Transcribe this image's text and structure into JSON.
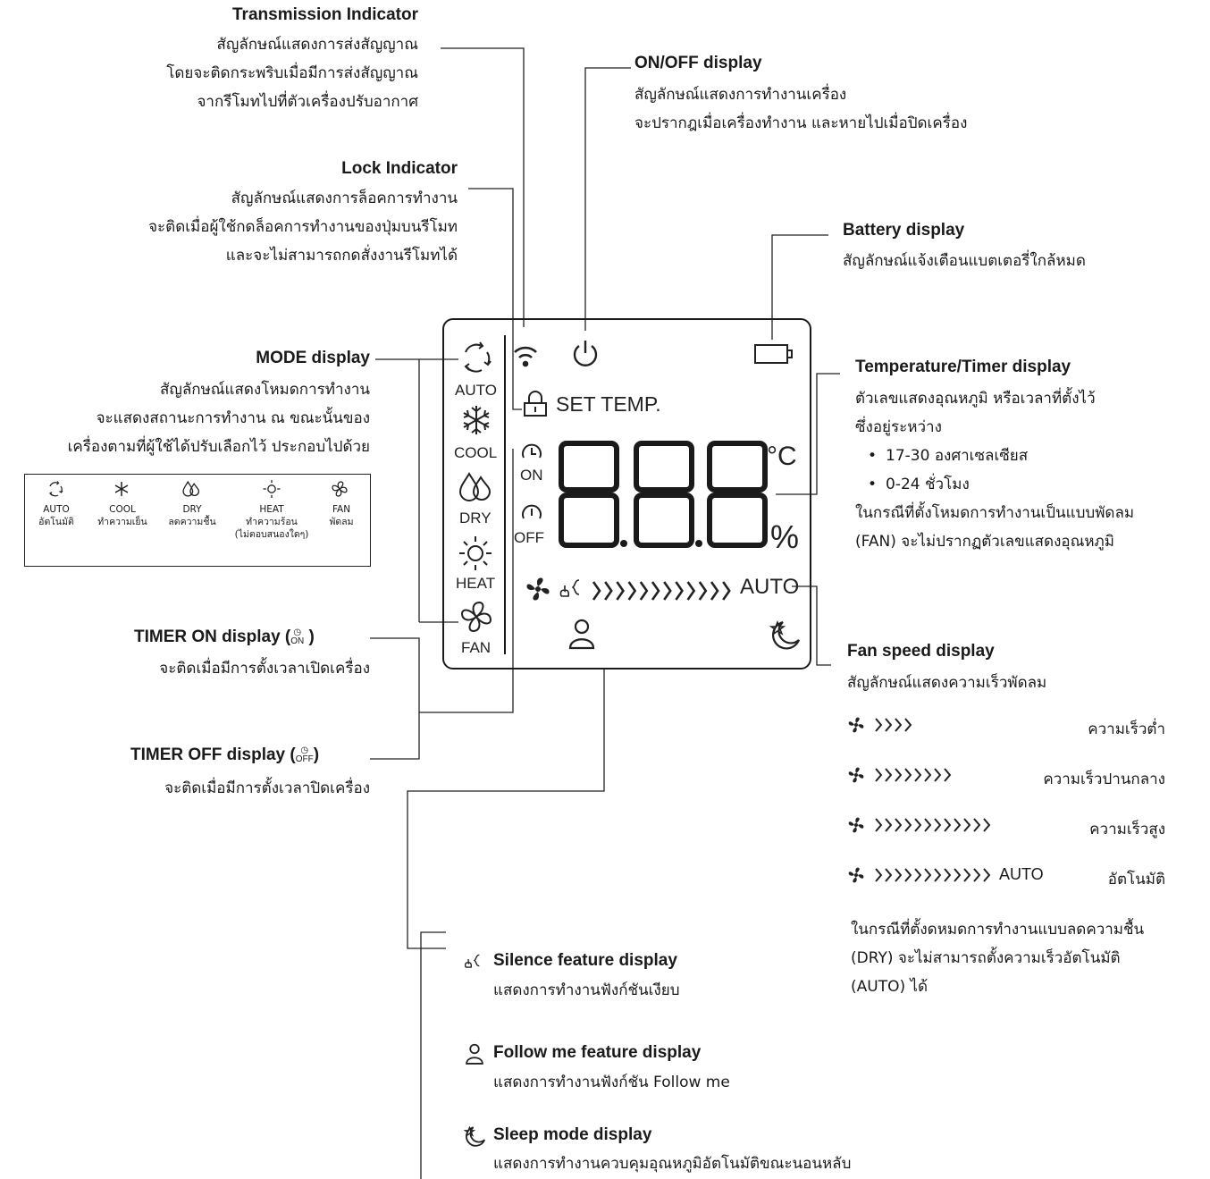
{
  "lcd": {
    "set_temp": "SET TEMP.",
    "digits": "888",
    "celsius": "°C",
    "percent": "%",
    "modes": [
      "AUTO",
      "COOL",
      "DRY",
      "HEAT",
      "FAN"
    ],
    "timer_on": "ON",
    "timer_off": "OFF",
    "fan_auto": "AUTO"
  },
  "callouts": {
    "transmission": {
      "title": "Transmission Indicator",
      "lines": [
        "สัญลักษณ์แสดงการส่งสัญญาณ",
        "โดยจะติดกระพริบเมื่อมีการส่งสัญญาณ",
        "จากรีโมทไปที่ตัวเครื่องปรับอากาศ"
      ]
    },
    "onoff": {
      "title": "ON/OFF display",
      "lines": [
        "สัญลักษณ์แสดงการทำงานเครื่อง",
        "จะปรากฎเมื่อเครื่องทำงาน และหายไปเมื่อปิดเครื่อง"
      ]
    },
    "lock": {
      "title": "Lock Indicator",
      "lines": [
        "สัญลักษณ์แสดงการล็อคการทำงาน",
        "จะติดเมื่อผู้ใช้กดล็อคการทำงานของปุ่มบนรีโมท",
        "และจะไม่สามารถกดสั่งงานรีโมทได้"
      ]
    },
    "battery": {
      "title": "Battery display",
      "lines": [
        "สัญลักษณ์แจ้งเตือนแบตเตอรี่ใกล้หมด"
      ]
    },
    "mode": {
      "title": "MODE display",
      "lines": [
        "สัญลักษณ์แสดงโหมดการทำงาน",
        "จะแสดงสถานะการทำงาน ณ ขณะนั้นของ",
        "เครื่องตามที่ผู้ใช้ได้ปรับเลือกไว้ ประกอบไปด้วย"
      ]
    },
    "temp": {
      "title": "Temperature/Timer display",
      "lines": [
        "ตัวเลขแสดงอุณหภูมิ หรือเวลาที่ตั้งไว้",
        "ซึ่งอยู่ระหว่าง"
      ],
      "ranges": [
        "17-30 องศาเซลเซียส",
        "0-24 ชั่วโมง"
      ],
      "note": [
        "ในกรณีที่ตั้งโหมดการทำงานเป็นแบบพัดลม",
        "(FAN) จะไม่ปรากฏตัวเลขแสดงอุณหภูมิ"
      ]
    },
    "timer_on": {
      "title": "TIMER ON display (",
      "title_end": ")",
      "icon_label": "ON",
      "lines": [
        "จะติดเมื่อมีการตั้งเวลาเปิดเครื่อง"
      ]
    },
    "timer_off": {
      "title": "TIMER OFF display (",
      "title_end": ")",
      "icon_label": "OFF",
      "lines": [
        "จะติดเมื่อมีการตั้งเวลาปิดเครื่อง"
      ]
    },
    "fan": {
      "title": "Fan speed display",
      "lines": [
        "สัญลักษณ์แสดงความเร็วพัดลม"
      ],
      "speeds": [
        {
          "bars": 4,
          "label": "ความเร็วต่ำ",
          "auto": ""
        },
        {
          "bars": 8,
          "label": "ความเร็วปานกลาง",
          "auto": ""
        },
        {
          "bars": 12,
          "label": "ความเร็วสูง",
          "auto": ""
        },
        {
          "bars": 12,
          "label": "อัตโนมัติ",
          "auto": "AUTO"
        }
      ],
      "note": [
        "ในกรณีที่ตั้งดหมดการทำงานแบบลดความชื้น",
        "(DRY) จะไม่สามารถตั้งความเร็วอัตโนมัติ",
        "(AUTO) ได้"
      ]
    },
    "silence": {
      "title": "Silence feature display",
      "line": "แสดงการทำงานฟังก์ชันเงียบ"
    },
    "follow": {
      "title": "Follow me feature display",
      "line": "แสดงการทำงานฟังก์ชัน Follow me"
    },
    "sleep": {
      "title": "Sleep mode display",
      "line": "แสดงการทำงานควบคุมอุณหภูมิอัตโนมัติขณะนอนหลับ"
    }
  },
  "mode_table": [
    {
      "en": "AUTO",
      "th": "อัตโนมัติ",
      "th2": ""
    },
    {
      "en": "COOL",
      "th": "ทำความเย็น",
      "th2": ""
    },
    {
      "en": "DRY",
      "th": "ลดความชื้น",
      "th2": ""
    },
    {
      "en": "HEAT",
      "th": "ทำความร้อน",
      "th2": "(ไม่ตอบสนองใดๆ)"
    },
    {
      "en": "FAN",
      "th": "พัดลม",
      "th2": ""
    }
  ]
}
